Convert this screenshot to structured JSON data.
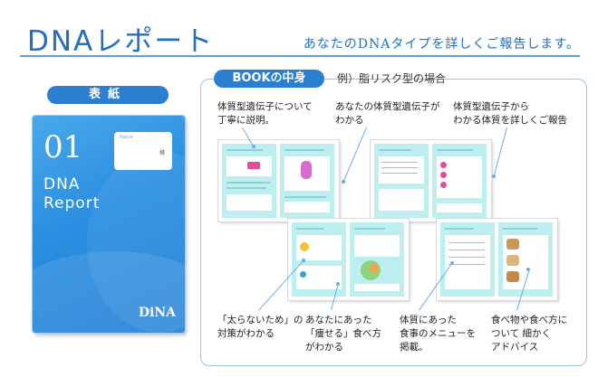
{
  "header": {
    "title": "DNAレポート",
    "subtitle": "あなたのDNAタイプを詳しくご報告します。"
  },
  "cover_section": {
    "label": "表紙",
    "cover": {
      "number": "01",
      "title_line1": "DNA",
      "title_line2": "Report",
      "name_box_label": "Name",
      "name_box_suffix": "様",
      "logo": "DiNA"
    }
  },
  "book_section": {
    "label": "BOOKの中身",
    "example": "例）脂リスク型の場合",
    "notes": {
      "top1": [
        "体質型遺伝子について",
        "丁寧に説明。"
      ],
      "top2": [
        "あなたの体質型遺伝子が",
        "わかる"
      ],
      "top3": [
        "体質型遺伝子から",
        "わかる体質を詳しくご報告"
      ],
      "bottom1": [
        "「太らないため」の",
        "対策がわかる"
      ],
      "bottom2": [
        "あなたにあった",
        "「痩せる」食べ方",
        "がわかる"
      ],
      "bottom3": [
        "体質にあった",
        "食事のメニューを",
        "掲載。"
      ],
      "bottom4": [
        "食べ物や食べ方に",
        "ついて 細かく",
        "アドバイス"
      ]
    }
  },
  "colors": {
    "accent": "#1f6fc4",
    "pill": "#2a7fd1",
    "page_tint": "#bdeef0",
    "cover_blue": "#2a8ee0"
  }
}
